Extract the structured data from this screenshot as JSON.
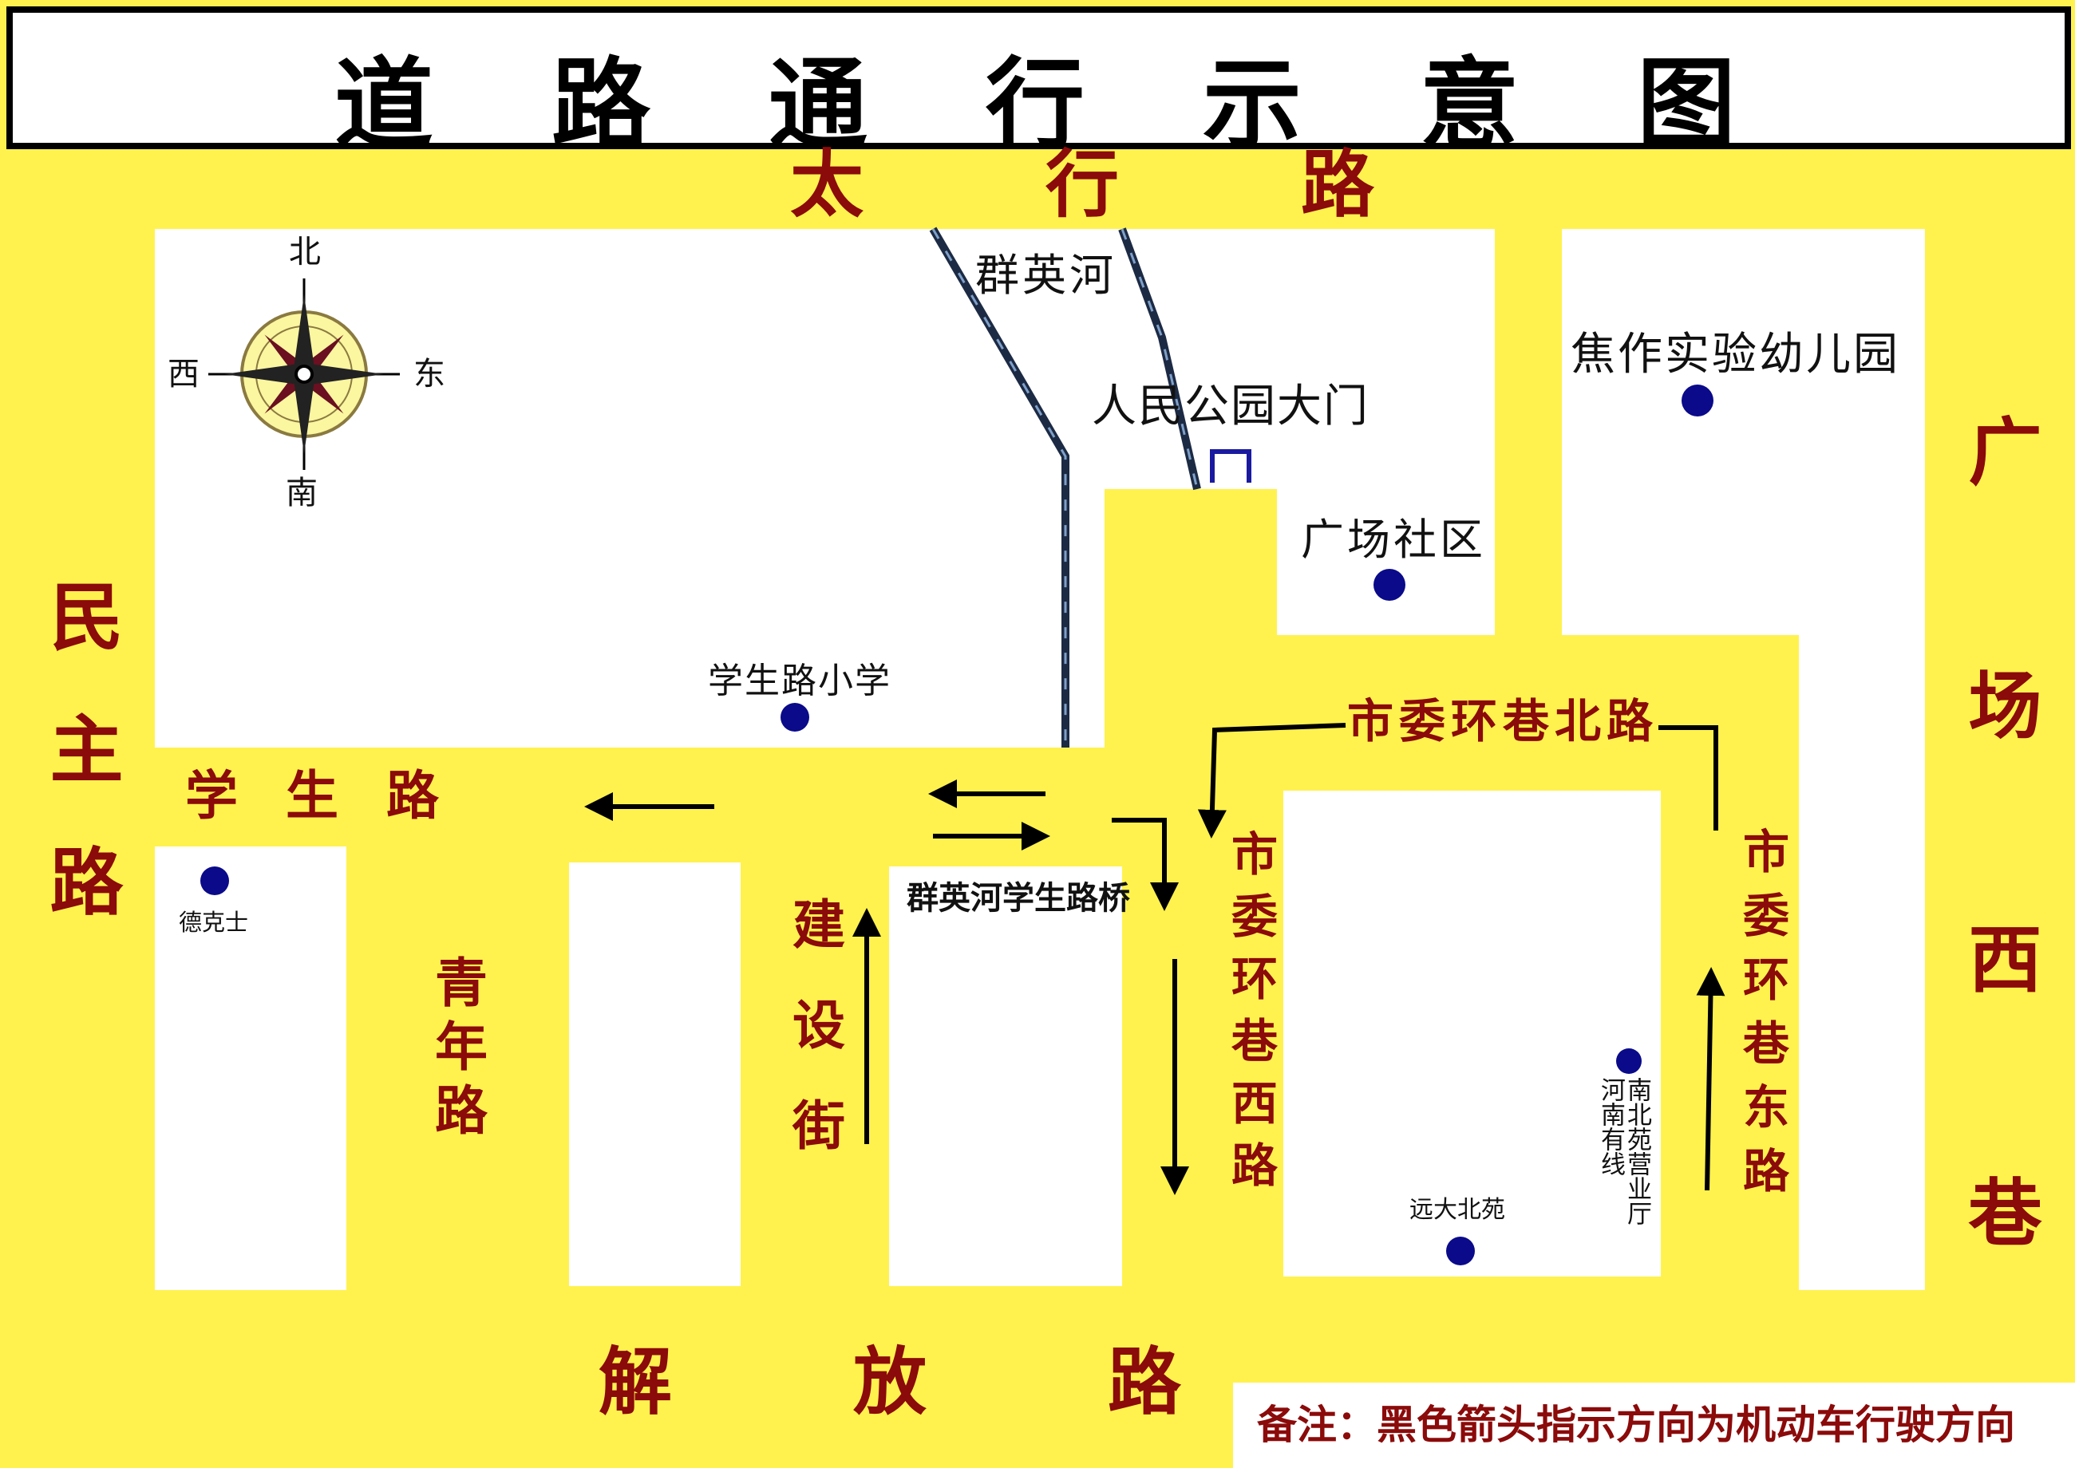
{
  "title": "道路通行示意图",
  "roads": {
    "taihang": "太行路",
    "minzhu": "民主路",
    "guangchang_xi": "广场西巷",
    "jiefang": "解放路",
    "xuesheng": "学生路",
    "qingnian": "青年路",
    "jianshe": "建设街",
    "shiwei_xi": "市委环巷西路",
    "shiwei_dong": "市委环巷东路",
    "shiwei_bei": "市委环巷北路"
  },
  "landmarks": {
    "river": "群英河",
    "park_gate": "人民公园大门",
    "community": "广场社区",
    "kindergarten": "焦作实验幼儿园",
    "school": "学生路小学",
    "dicos": "德克士",
    "bridge": "群英河学生路桥",
    "yuanda": "远大北苑",
    "cable_office_col1": "南北苑营业厅",
    "cable_office_col2": "河南有线"
  },
  "compass": {
    "north": "北",
    "south": "南",
    "west": "西",
    "east": "东"
  },
  "note": "备注：黑色箭头指示方向为机动车行驶方向",
  "colors": {
    "road_yellow": "#fff24e",
    "label_red": "#8b0a0a",
    "dot_blue": "#0a0a8a"
  }
}
